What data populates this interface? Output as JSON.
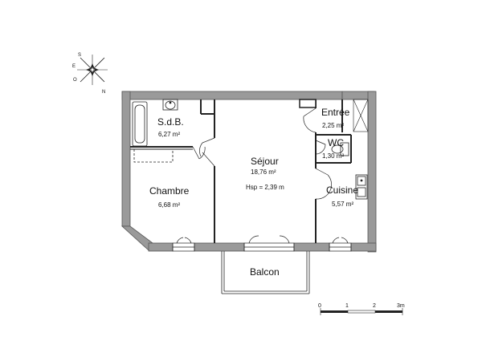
{
  "rooms": {
    "sdb": {
      "name": "S.d.B.",
      "area": "6,27 m²"
    },
    "entree": {
      "name": "Entrée",
      "area": "2,25 m²"
    },
    "wc": {
      "name": "WC",
      "area": "1,30 m²"
    },
    "sejour": {
      "name": "Séjour",
      "area": "18,76 m²",
      "height": "Hsp = 2,39 m"
    },
    "chambre": {
      "name": "Chambre",
      "area": "6,68 m²"
    },
    "cuisine": {
      "name": "Cuisine",
      "area": "5,57 m²"
    },
    "balcon": {
      "name": "Balcon"
    }
  },
  "scale": {
    "labels": [
      "0",
      "1",
      "2",
      "3m"
    ]
  },
  "compass": {
    "labels": [
      "S",
      "E",
      "N",
      "O"
    ]
  },
  "colors": {
    "wall": "#9a9a9a",
    "wall_edge": "#555555",
    "line": "#222222"
  }
}
